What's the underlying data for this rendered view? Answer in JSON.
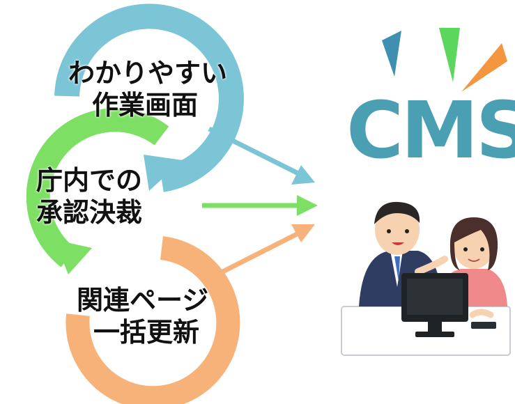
{
  "steps": [
    {
      "line1": "わかりやすい",
      "line2": "作業画面",
      "color": "#7cc5d6"
    },
    {
      "line1": "庁内での",
      "line2": "承認決裁",
      "color": "#7ddf64"
    },
    {
      "line1": "関連ページ",
      "line2": "一括更新",
      "color": "#f7b27a"
    }
  ],
  "cms_label": "CMS",
  "colors": {
    "cms_text": "#4a9fb3",
    "spark_blue": "#3f8fb0",
    "spark_green": "#5cd65c",
    "spark_orange": "#f3963f",
    "arrow_blue": "#7cc5d6",
    "arrow_green": "#7ddf64",
    "arrow_orange": "#f7b27a"
  },
  "icons": [
    "spark-icon",
    "office-workers-illustration",
    "computer-monitor-icon"
  ]
}
